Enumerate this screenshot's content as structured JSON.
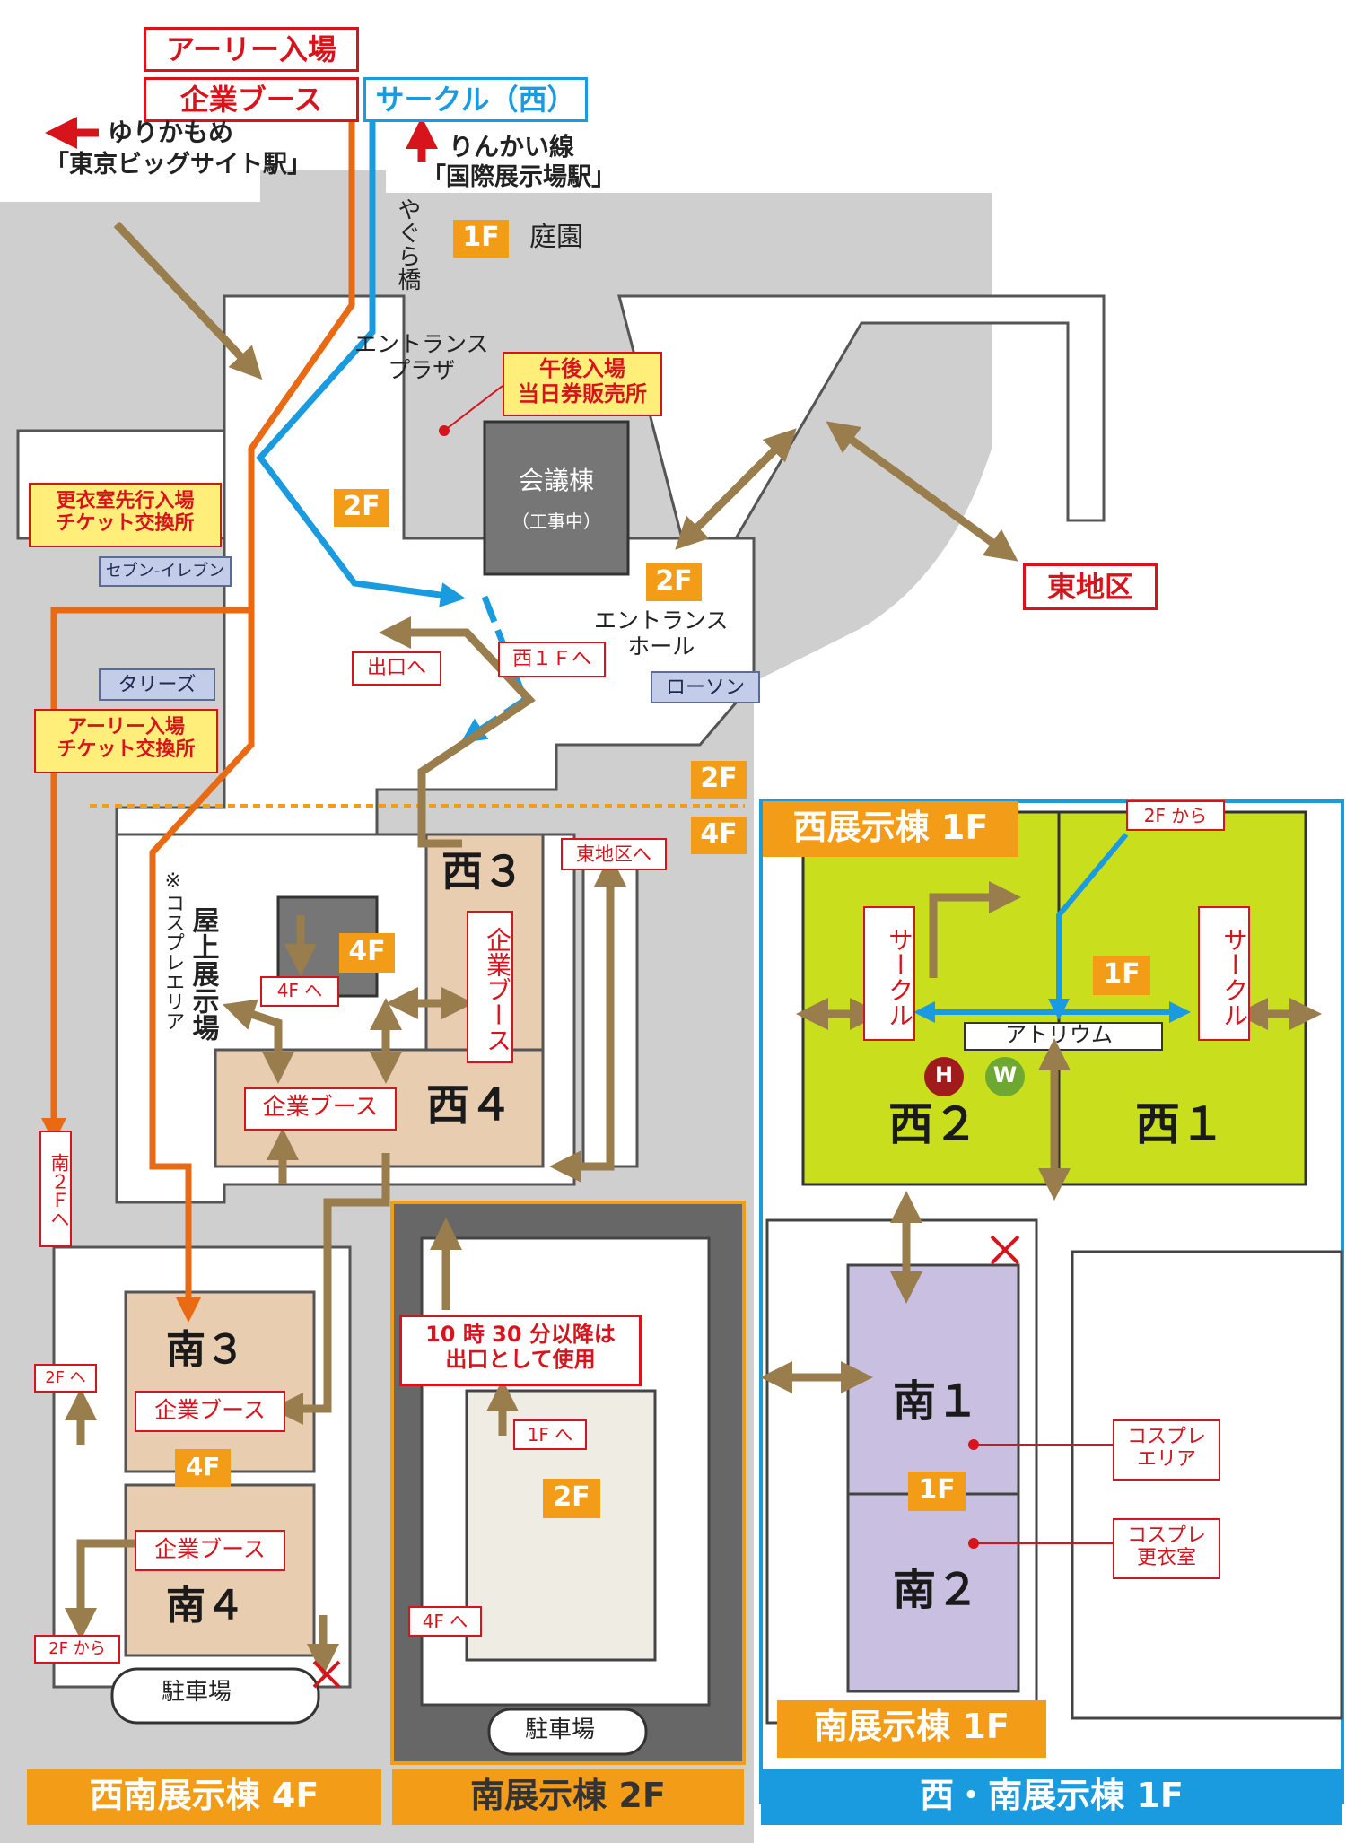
{
  "top_routes": {
    "early_entry": "アーリー入場",
    "company_booth": "企業ブース",
    "circle_west": "サークル（西）"
  },
  "stations": {
    "yurikamome_line1": "ゆりかもめ",
    "yurikamome_line2": "「東京ビッグサイト駅」",
    "rinkai_line1": "りんかい線",
    "rinkai_line2": "「国際展示場駅」"
  },
  "places": {
    "yagura_bridge": "やぐら橋",
    "garden_floor": "1F",
    "garden": "庭園",
    "entrance_plaza": "エントランス\nプラザ",
    "afternoon_entry": "午後入場\n当日券販売所",
    "conference_building": "会議棟",
    "under_construction": "（工事中）",
    "east_district": "東地区",
    "entrance_hall": "エントランス\nホール",
    "entrance_hall_floor": "2F",
    "plaza_floor": "2F",
    "seven_eleven": "セブン‐イレブン",
    "tullys": "タリーズ",
    "lawson": "ローソン",
    "dressing_ticket": "更衣室先行入場\nチケット交換所",
    "early_ticket": "アーリー入場\nチケット交換所",
    "exit_label": "出口へ",
    "west1f_label": "西１Ｆへ",
    "divider_2f": "2F",
    "divider_4f": "4F"
  },
  "southwest_4f": {
    "title": "西南展示棟 4F",
    "rooftop": "屋上展示場",
    "cosplay_note": "※コスプレエリア",
    "west3": "西３",
    "west4": "西４",
    "booth_w3": "企業ブース",
    "booth_w4": "企業ブース",
    "floor_4f": "4F",
    "to_4f": "4F へ",
    "to_east": "東地区へ",
    "to_south2f": "南２Ｆへ",
    "south3": "南３",
    "south4": "南４",
    "booth_s3": "企業ブース",
    "booth_s4": "企業ブース",
    "floor_s": "4F",
    "to_2f": "2F へ",
    "from_2f": "2F から",
    "parking": "駐車場"
  },
  "south_2f": {
    "title": "南展示棟 2F",
    "exit_note": "10 時 30 分以降は\n出口として使用",
    "to_1f": "1F へ",
    "floor": "2F",
    "to_4f": "4F へ",
    "parking": "駐車場"
  },
  "west_south_1f": {
    "title": "西・南展示棟 1F",
    "west_title": "西展示棟 1F",
    "from_2f": "2F から",
    "circle_left": "サークル",
    "circle_right": "サークル",
    "floor": "1F",
    "atrium": "アトリウム",
    "west2": "西２",
    "west1": "西１",
    "h": "H",
    "w": "W",
    "south_title": "南展示棟 1F",
    "south1": "南１",
    "south2": "南２",
    "south_floor": "1F",
    "cosplay_area": "コスプレ\nエリア",
    "cosplay_dressing": "コスプレ\n更衣室"
  },
  "colors": {
    "route_orange": "#ea6a14",
    "route_blue": "#1a9be0",
    "walk_brown": "#9a7d4c",
    "label_red": "#d7141c",
    "tag_orange": "#f39c18",
    "hall_tan": "#e8cdb1",
    "west1f_green": "#c9df1e",
    "south1f_purple": "#c9bfe0",
    "site_gray": "#cfcfcf"
  }
}
